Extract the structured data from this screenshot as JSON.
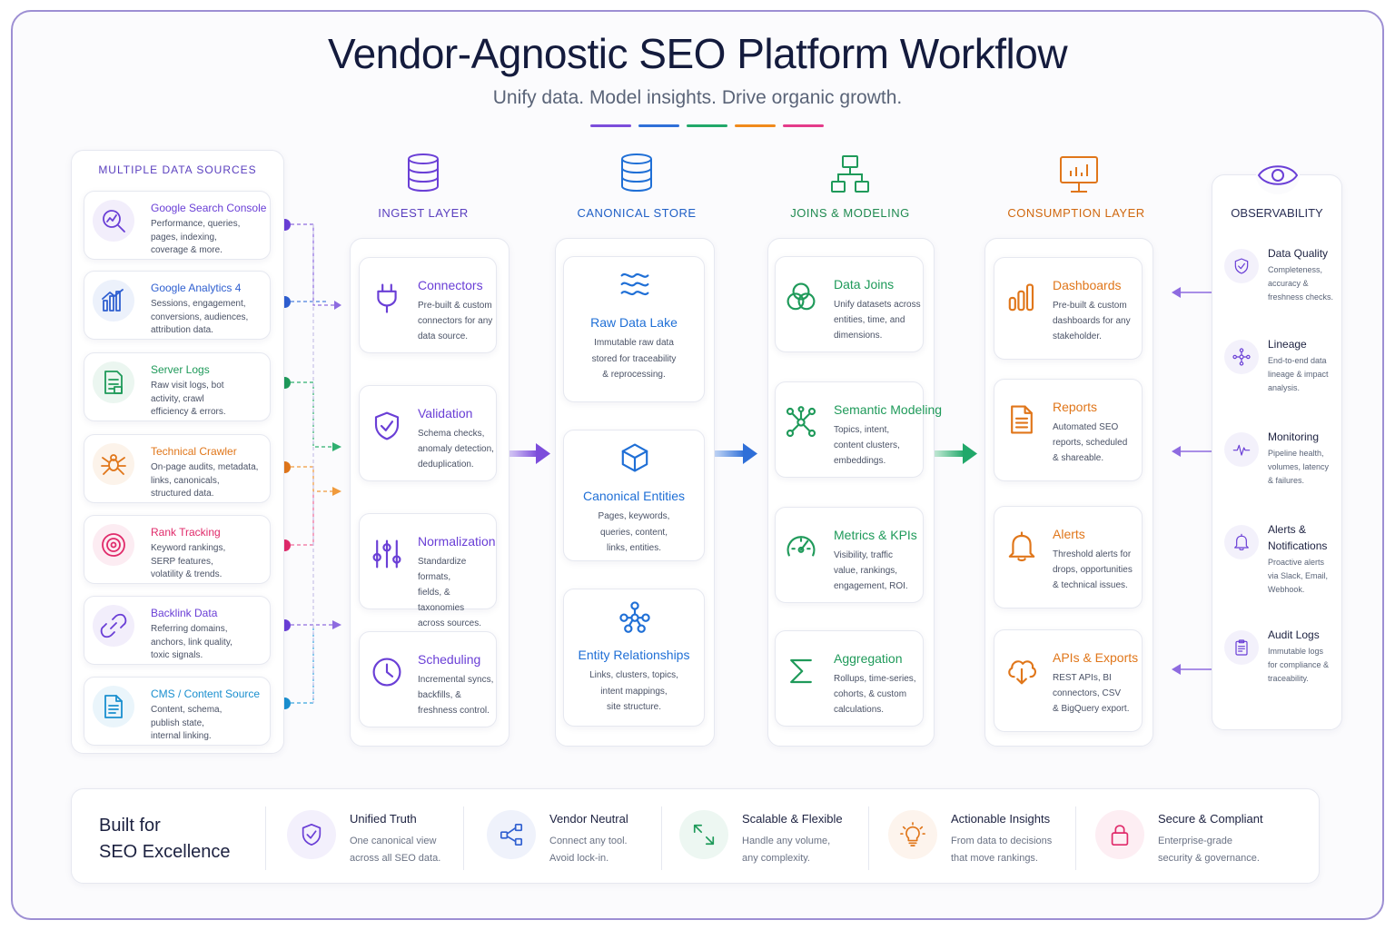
{
  "header": {
    "title": "Vendor-Agnostic SEO Platform Workflow",
    "subtitle": "Unify data. Model insights. Drive organic growth.",
    "underline_colors": [
      "#7c4ddb",
      "#2f6fd8",
      "#21a86a",
      "#f08a1c",
      "#e43b8a"
    ]
  },
  "sources": {
    "heading": "MULTIPLE DATA SOURCES",
    "items": [
      {
        "title": "Google Search Console",
        "desc": "Performance, queries,\npages, indexing,\ncoverage & more.",
        "color": "#6a3fd6",
        "icon": "search-chart-icon"
      },
      {
        "title": "Google Analytics 4",
        "desc": "Sessions, engagement,\nconversions, audiences,\nattribution data.",
        "color": "#2f5fd0",
        "icon": "analytics-bars-icon"
      },
      {
        "title": "Server Logs",
        "desc": "Raw visit logs, bot\nactivity, crawl\nefficiency & errors.",
        "color": "#1f9a5a",
        "icon": "log-file-icon"
      },
      {
        "title": "Technical Crawler",
        "desc": "On-page audits, metadata,\nlinks, canonicals,\nstructured data.",
        "color": "#e0761a",
        "icon": "spider-icon"
      },
      {
        "title": "Rank Tracking",
        "desc": "Keyword rankings,\nSERP features,\nvolatility & trends.",
        "color": "#e02a6a",
        "icon": "target-icon"
      },
      {
        "title": "Backlink Data",
        "desc": "Referring domains,\nanchors, link quality,\ntoxic signals.",
        "color": "#6a3fd6",
        "icon": "link-icon"
      },
      {
        "title": "CMS / Content Source",
        "desc": "Content, schema,\npublish state,\ninternal linking.",
        "color": "#1a8fcf",
        "icon": "document-icon"
      }
    ]
  },
  "ingest": {
    "heading": "INGEST LAYER",
    "color": "#6a3fd6",
    "items": [
      {
        "title": "Connectors",
        "desc": "Pre-built & custom\nconnectors for any\ndata source.",
        "icon": "plug-icon"
      },
      {
        "title": "Validation",
        "desc": "Schema checks,\nanomaly detection,\ndeduplication.",
        "icon": "shield-check-icon"
      },
      {
        "title": "Normalization",
        "desc": "Standardize formats,\nfields, & taxonomies\nacross sources.",
        "icon": "sliders-icon"
      },
      {
        "title": "Scheduling",
        "desc": "Incremental syncs,\nbackfills, &\nfreshness control.",
        "icon": "clock-icon"
      }
    ]
  },
  "canonical": {
    "heading": "CANONICAL STORE",
    "color": "#1f6fd6",
    "items": [
      {
        "title": "Raw Data Lake",
        "desc": "Immutable raw data\nstored for traceability\n& reprocessing.",
        "icon": "waves-icon"
      },
      {
        "title": "Canonical Entities",
        "desc": "Pages, keywords,\nqueries, content,\nlinks, entities.",
        "icon": "cube-icon"
      },
      {
        "title": "Entity Relationships",
        "desc": "Links, clusters, topics,\nintent mappings,\nsite structure.",
        "icon": "graph-network-icon"
      }
    ]
  },
  "modeling": {
    "heading": "JOINS & MODELING",
    "color": "#1f9a5a",
    "items": [
      {
        "title": "Data Joins",
        "desc": "Unify datasets across\nentities, time, and\ndimensions.",
        "icon": "venn-icon"
      },
      {
        "title": "Semantic Modeling",
        "desc": "Topics, intent,\ncontent clusters,\nembeddings.",
        "icon": "node-cluster-icon"
      },
      {
        "title": "Metrics & KPIs",
        "desc": "Visibility, traffic\nvalue, rankings,\nengagement, ROI.",
        "icon": "gauge-icon"
      },
      {
        "title": "Aggregation",
        "desc": "Rollups, time-series,\ncohorts, & custom\ncalculations.",
        "icon": "sigma-icon"
      }
    ]
  },
  "consumption": {
    "heading": "CONSUMPTION LAYER",
    "color": "#e0761a",
    "items": [
      {
        "title": "Dashboards",
        "desc": "Pre-built & custom\ndashboards for any\nstakeholder.",
        "icon": "bar-chart-icon"
      },
      {
        "title": "Reports",
        "desc": "Automated SEO\nreports, scheduled\n& shareable.",
        "icon": "report-icon"
      },
      {
        "title": "Alerts",
        "desc": "Threshold alerts for\ndrops, opportunities\n& technical issues.",
        "icon": "bell-icon"
      },
      {
        "title": "APIs & Exports",
        "desc": "REST APIs, BI\nconnectors, CSV\n& BigQuery export.",
        "icon": "cloud-download-icon"
      }
    ]
  },
  "observability": {
    "heading": "OBSERVABILITY",
    "color": "#6a3fd6",
    "items": [
      {
        "title": "Data Quality",
        "desc": "Completeness,\naccuracy &\nfreshness checks.",
        "icon": "shield-check-icon"
      },
      {
        "title": "Lineage",
        "desc": "End-to-end data\nlineage & impact\nanalysis.",
        "icon": "lineage-icon"
      },
      {
        "title": "Monitoring",
        "desc": "Pipeline health,\nvolumes, latency\n& failures.",
        "icon": "pulse-icon"
      },
      {
        "title": "Alerts &\nNotifications",
        "desc": "Proactive alerts\nvia Slack, Email,\nWebhook.",
        "icon": "bell-icon"
      },
      {
        "title": "Audit Logs",
        "desc": "Immutable logs\nfor compliance &\ntraceability.",
        "icon": "clipboard-icon"
      }
    ]
  },
  "footer": {
    "title": "Built for\nSEO Excellence",
    "features": [
      {
        "title": "Unified Truth",
        "desc": "One canonical view\nacross all SEO data.",
        "color": "#6a3fd6",
        "icon": "shield-check-icon"
      },
      {
        "title": "Vendor Neutral",
        "desc": "Connect any tool.\nAvoid lock-in.",
        "color": "#2f5fd0",
        "icon": "share-nodes-icon"
      },
      {
        "title": "Scalable & Flexible",
        "desc": "Handle any volume,\nany complexity.",
        "color": "#1f9a5a",
        "icon": "expand-icon"
      },
      {
        "title": "Actionable Insights",
        "desc": "From data to decisions\nthat move rankings.",
        "color": "#e0761a",
        "icon": "lightbulb-icon"
      },
      {
        "title": "Secure & Compliant",
        "desc": "Enterprise-grade\nsecurity & governance.",
        "color": "#e02a6a",
        "icon": "lock-icon"
      }
    ]
  }
}
